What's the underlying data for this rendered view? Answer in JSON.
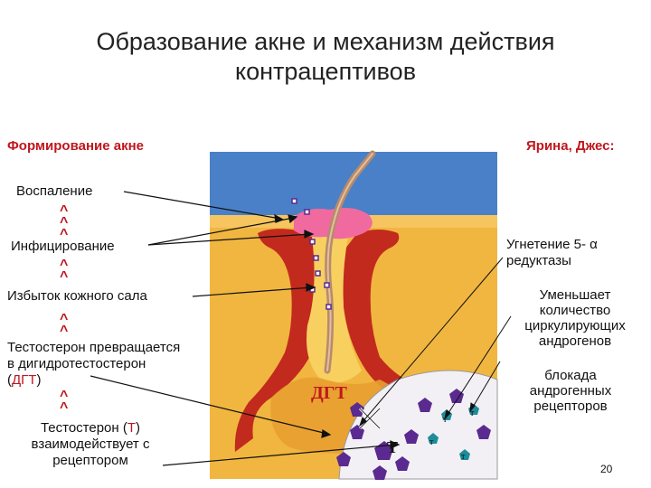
{
  "title_line1": "Образование акне и механизм действия",
  "title_line2": "контрацептивов",
  "left_header": "Формирование акне",
  "right_header": "Ярина, Джес:",
  "left_steps": {
    "inflammation": "Воспаление",
    "infection": "Инфицирование",
    "sebum_excess": "Избыток кожного сала",
    "conversion_line1": "Тестостерон превращается",
    "conversion_line2": "в дигидротестостерон",
    "conversion_open": "(",
    "conversion_dht": "ДГТ",
    "conversion_close": ")",
    "interaction_line1_a": "Тестостерон (",
    "interaction_t": "Т",
    "interaction_line1_b": ")",
    "interaction_line2": "взаимодействует с",
    "interaction_line3": "рецептором"
  },
  "right_effects": {
    "effect1_line1": "Угнетение 5- α",
    "effect1_line2": "редуктазы",
    "effect2_line1": "Уменьшает",
    "effect2_line2": "количество",
    "effect2_line3": "циркулирующих",
    "effect2_line4": "андрогенов",
    "effect3_line1": "блокада",
    "effect3_line2": "андрогенных",
    "effect3_line3": "рецепторов"
  },
  "chevron": "^",
  "diagram": {
    "dht_label": "ДГТ",
    "t_big": "Т",
    "t_small": "т"
  },
  "page_number": "20",
  "colors": {
    "accent_red": "#c0161d",
    "sky_blue": "#4a80c8",
    "skin_yellow": "#f1b640",
    "follicle_red": "#c22a1e",
    "sebum_pink": "#f06aa0",
    "receptor_purple": "#5a2a90",
    "receptor_teal": "#1f8c9a"
  }
}
